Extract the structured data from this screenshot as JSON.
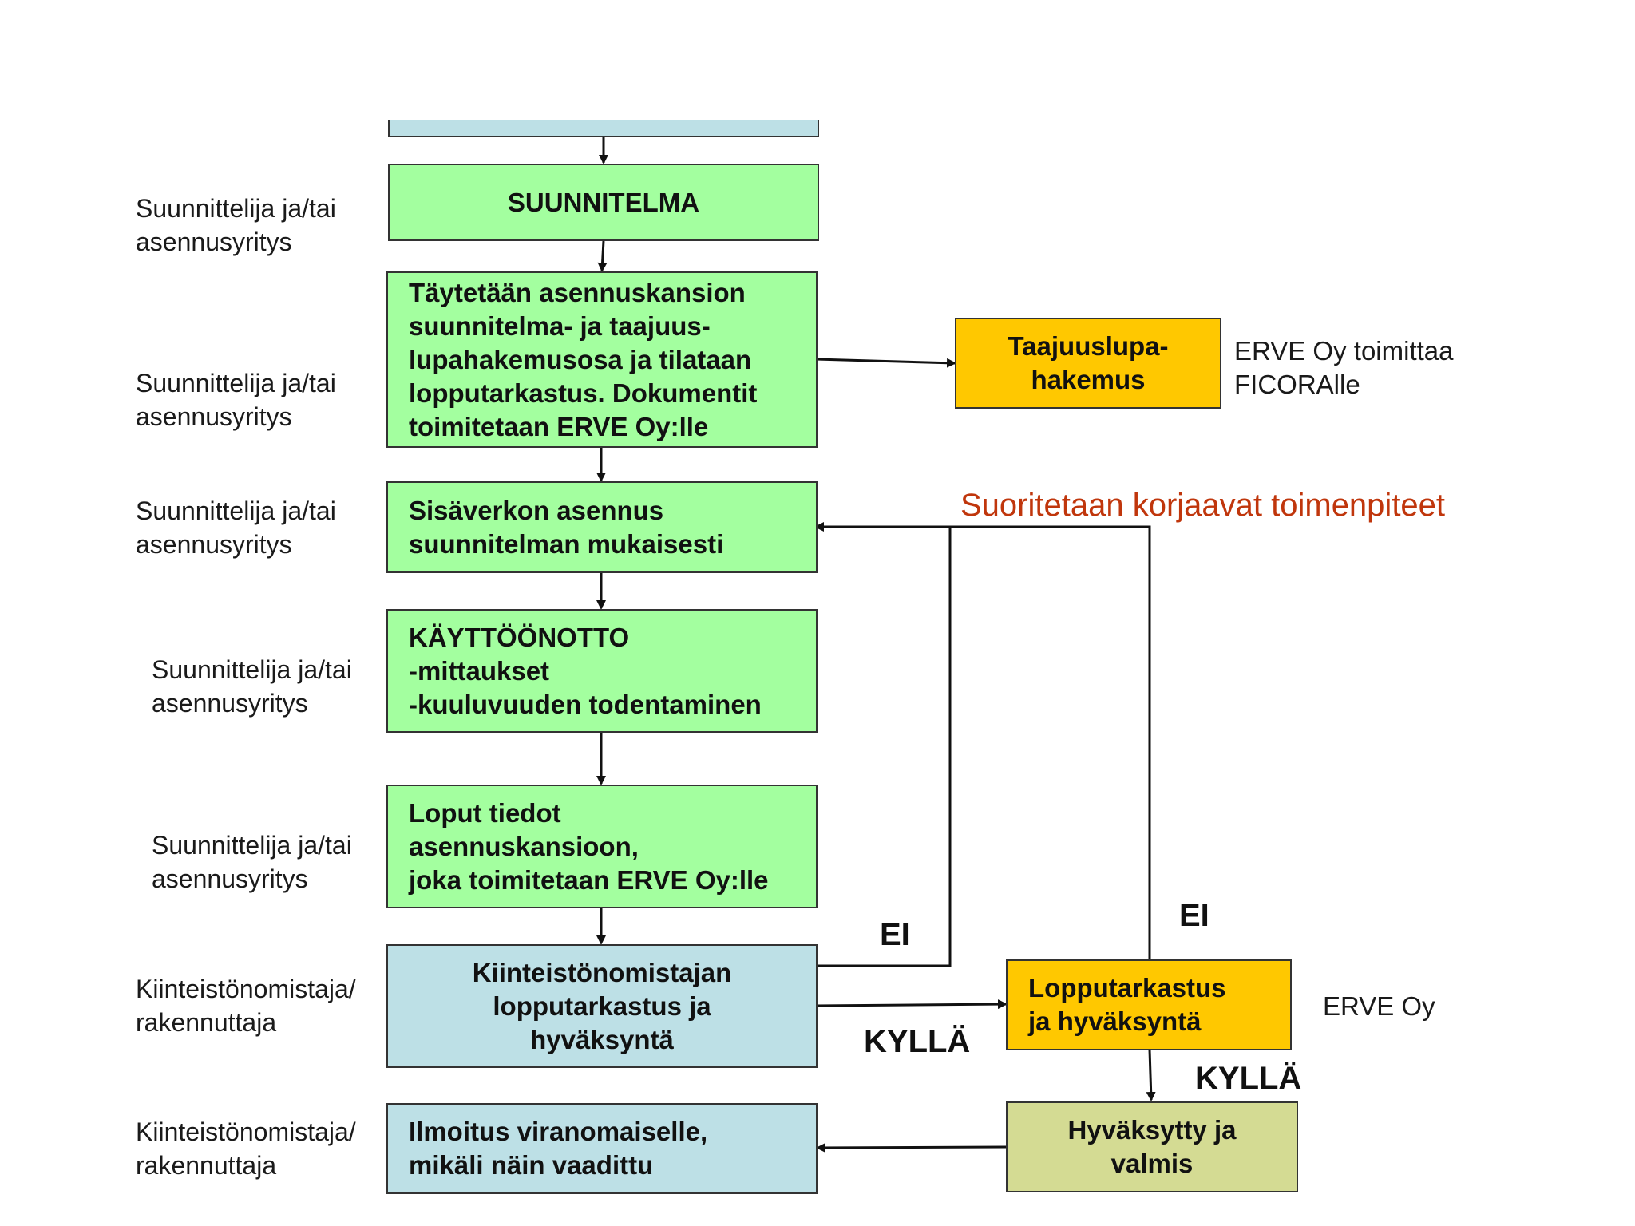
{
  "colors": {
    "green_box": "#a3ff9f",
    "blue_box": "#bde0e6",
    "yellow_box": "#ffc800",
    "olive_box": "#d4db93",
    "annotation_red": "#c0360c"
  },
  "boxes": {
    "suunnitelma": "SUUNNITELMA",
    "taytetaan": "Täytetään asennuskansion\nsuunnitelma- ja taajuus-\nlupahakemusosa ja tilataan\nlopputarkastus. Dokumentit\ntoimitetaan ERVE Oy:lle",
    "taajuuslupa": "Taajuuslupa-\nhakemus",
    "sisaverkko": "Sisäverkon asennus\nsuunnitelman mukaisesti",
    "kayttoonotto": "KÄYTTÖÖNOTTO\n-mittaukset\n-kuuluvuuden todentaminen",
    "loput_tiedot": "Loput tiedot\nasennuskansioon,\njoka toimitetaan ERVE Oy:lle",
    "kiinteisto_tarkastus": "Kiinteistönomistajan\nlopputarkastus ja\nhyväksyntä",
    "lopputarkastus": "Lopputarkastus\nja hyväksyntä",
    "ilmoitus": "Ilmoitus viranomaiselle,\nmikäli näin vaadittu",
    "hyvaksytty": "Hyväksytty ja\nvalmis"
  },
  "roles": {
    "role_1": "Suunnittelija ja/tai\nasennusyritys",
    "role_2": "Suunnittelija ja/tai\nasennusyritys",
    "role_3": "Suunnittelija ja/tai\nasennusyritys",
    "role_4": "Suunnittelija ja/tai\nasennusyritys",
    "role_5": "Suunnittelija ja/tai\nasennusyritys",
    "role_6": "Kiinteistönomistaja/\nrakennuttaja",
    "role_7": "Kiinteistönomistaja/\nrakennuttaja"
  },
  "notes": {
    "erve_ficora": "ERVE Oy toimittaa\nFICORAlle",
    "korjaavat": "Suoritetaan korjaavat toimenpiteet",
    "erve_oy": "ERVE Oy"
  },
  "decisions": {
    "ei_left": "EI",
    "ei_right": "EI",
    "kylla_left": "KYLLÄ",
    "kylla_right": "KYLLÄ"
  }
}
